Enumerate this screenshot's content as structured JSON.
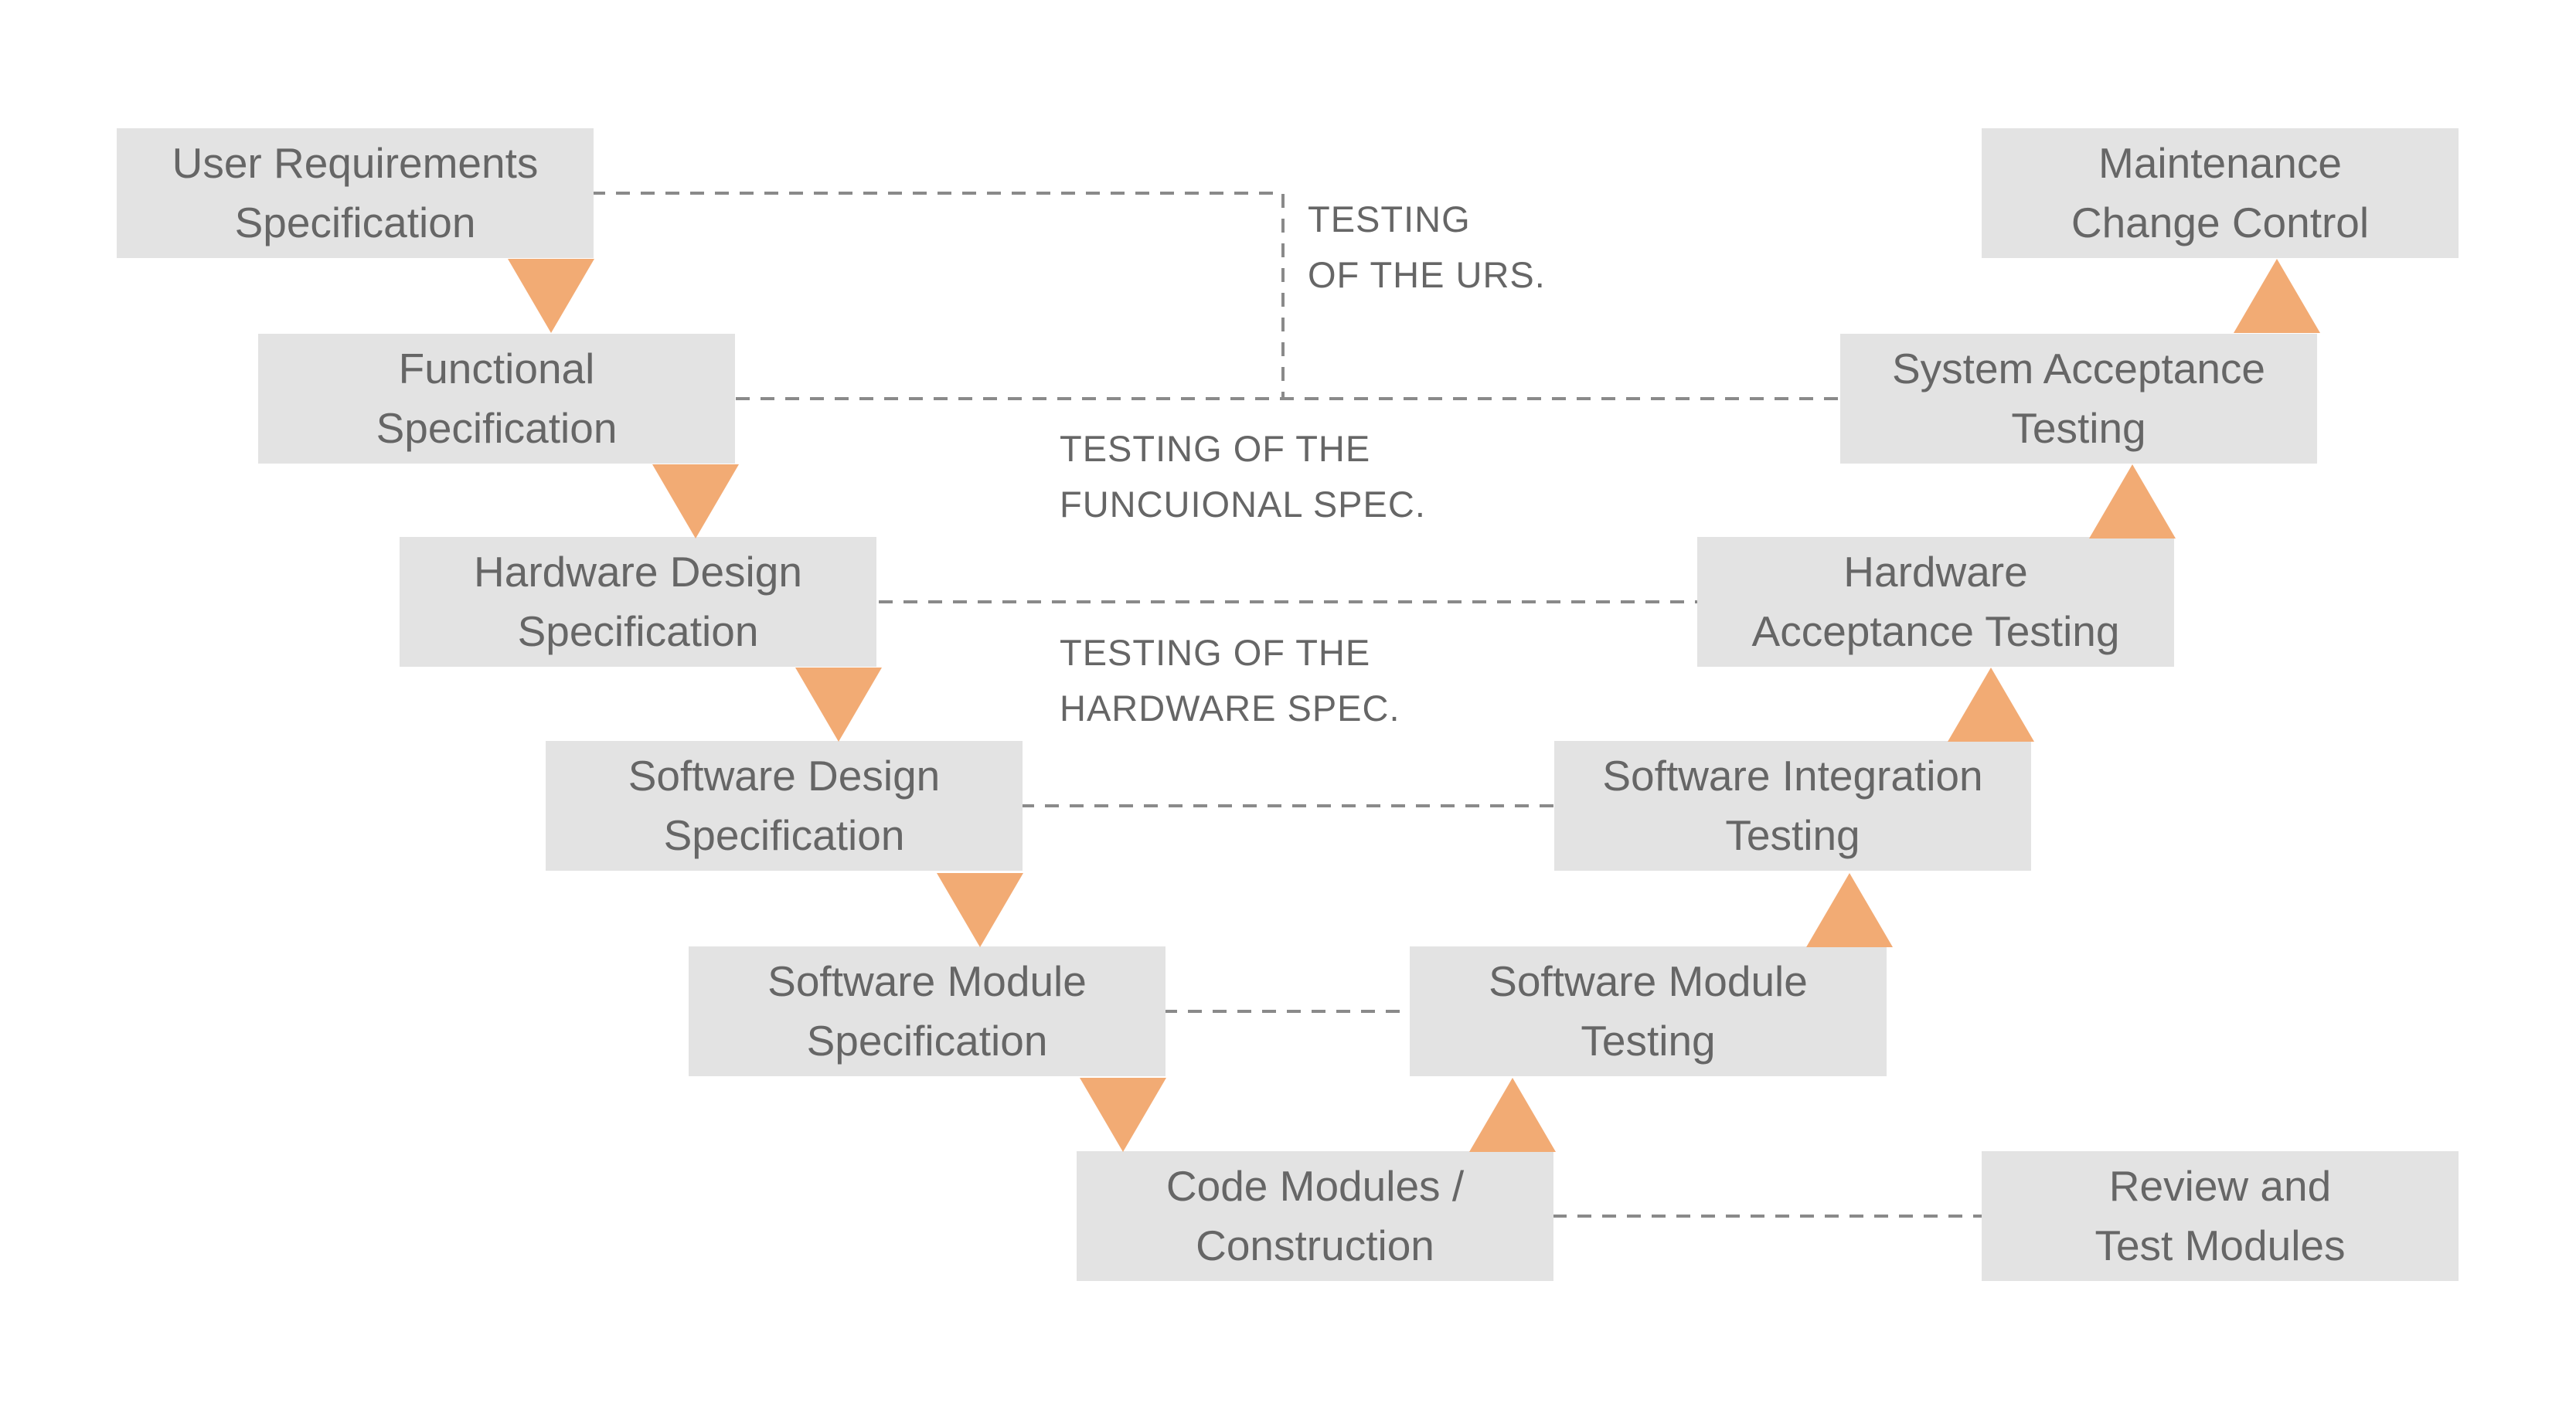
{
  "diagram_type": "v-model-lifecycle",
  "colors": {
    "background": "#ffffff",
    "box_fill": "#e3e3e3",
    "box_text": "#666666",
    "arrow": "#f2ab74",
    "connector": "#8a8a8a"
  },
  "nodes": {
    "user_requirements": {
      "label": "User Requirements\nSpecification"
    },
    "functional": {
      "label": "Functional\nSpecification"
    },
    "hardware_design": {
      "label": "Hardware Design\nSpecification"
    },
    "software_design": {
      "label": "Software Design\nSpecification"
    },
    "software_module_spec": {
      "label": "Software Module\nSpecification"
    },
    "code_modules": {
      "label": "Code Modules /\nConstruction"
    },
    "maintenance": {
      "label": "Maintenance\nChange Control"
    },
    "system_acceptance": {
      "label": "System Acceptance\nTesting"
    },
    "hardware_acceptance": {
      "label": "Hardware\nAcceptance Testing"
    },
    "software_integration": {
      "label": "Software Integration\nTesting"
    },
    "software_module_testing": {
      "label": "Software Module\nTesting"
    },
    "review_test_modules": {
      "label": "Review and\nTest Modules"
    }
  },
  "connector_labels": {
    "urs": "TESTING\nOF THE URS.",
    "functional": "TESTING OF THE\nFUNCUIONAL SPEC.",
    "hardware": "TESTING OF THE\nHARDWARE SPEC."
  },
  "icons": {
    "down_arrow": "arrow-down-icon",
    "up_arrow": "arrow-up-icon"
  }
}
